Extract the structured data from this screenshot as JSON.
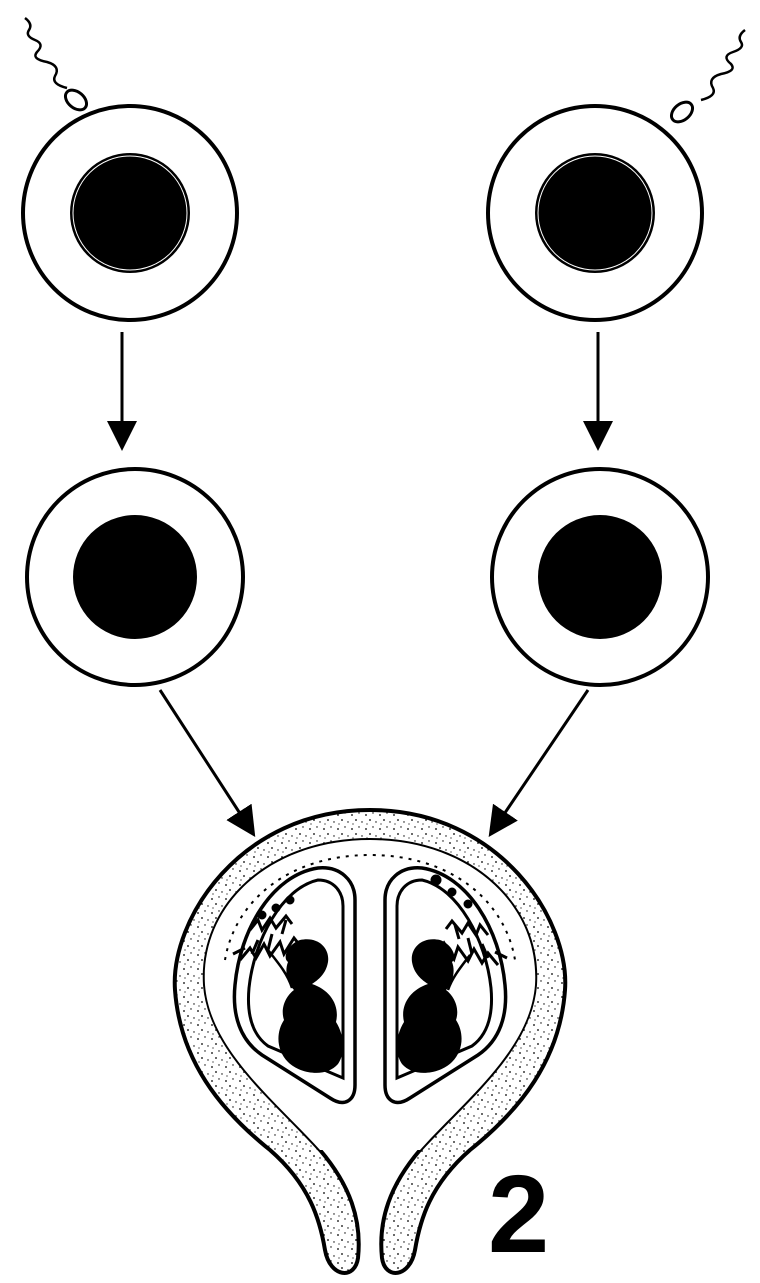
{
  "figure_label": "2",
  "diagram": {
    "description_nodes": [
      "sperm-left",
      "egg-left-top",
      "egg-left-middle",
      "sperm-right",
      "egg-right-top",
      "egg-right-middle",
      "uterus-with-two-embryos"
    ]
  },
  "colors": {
    "ink": "#000000",
    "paper": "#ffffff"
  }
}
